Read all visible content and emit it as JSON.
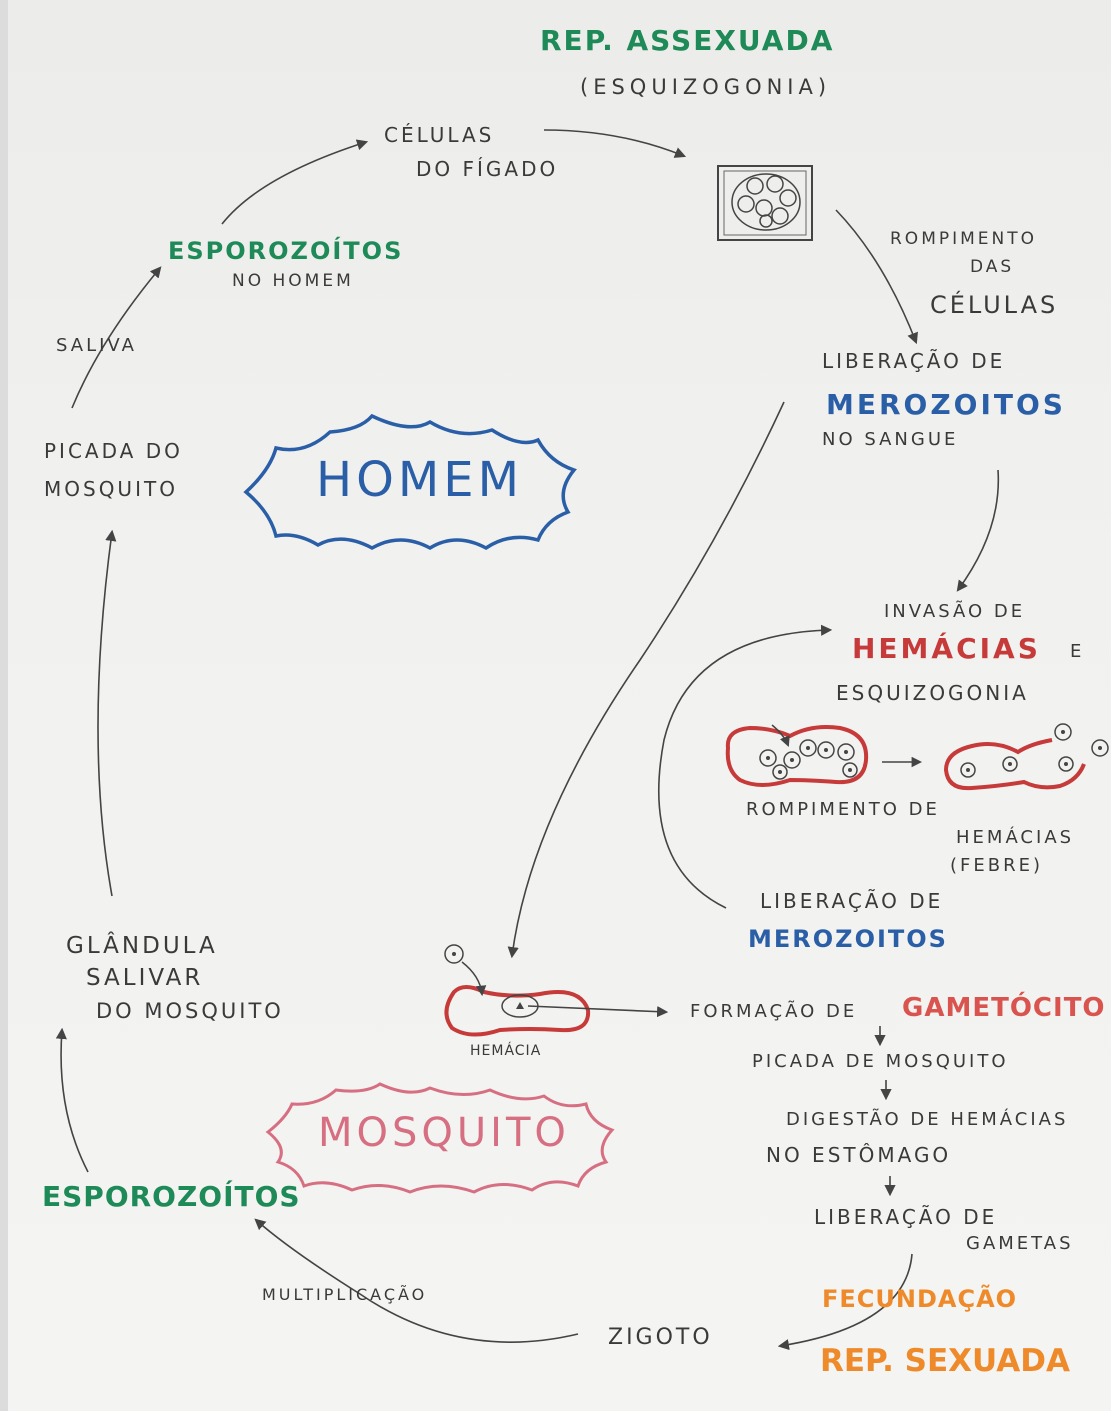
{
  "title_asexual": "REP. ASSEXUADA",
  "subtitle_asexual": "(ESQUIZOGONIA)",
  "liver_cells": [
    "CÉLULAS",
    "DO FÍGADO"
  ],
  "sporozoites_human": [
    "ESPOROZOÍTOS",
    "NO HOMEM"
  ],
  "saliva": "SALIVA",
  "mosquito_bite": [
    "PICADA DO",
    "MOSQUITO"
  ],
  "human_label": "HOMEM",
  "rupture_cells": [
    "ROMPIMENTO",
    "DAS",
    "CÉLULAS"
  ],
  "release_merozoites_blood": [
    "LIBERAÇÃO DE",
    "MEROZOITOS",
    "NO SANGUE"
  ],
  "invasion": [
    "INVASÃO DE",
    "HEMÁCIAS",
    "E",
    "ESQUIZOGONIA"
  ],
  "rupture_rbc": [
    "ROMPIMENTO DE",
    "HEMÁCIAS",
    "(FEBRE)"
  ],
  "release_merozoites": [
    "LIBERAÇÃO DE",
    "MEROZOITOS"
  ],
  "salivary_gland": [
    "GLÂNDULA",
    "SALIVAR",
    "DO MOSQUITO"
  ],
  "rbc_label": "HEMÁCIA",
  "gametocyte": [
    "FORMAÇÃO DE",
    "GAMETÓCITO"
  ],
  "mosquito_bite_2": "PICADA DE MOSQUITO",
  "digestion": [
    "DIGESTÃO DE HEMÁCIAS",
    "NO ESTÔMAGO"
  ],
  "gamete_release": [
    "LIBERAÇÃO DE",
    "GAMETAS"
  ],
  "fertilization": "FECUNDAÇÃO",
  "title_sexual": "REP. SEXUADA",
  "zygote": "ZIGOTO",
  "multiplication": "MULTIPLICAÇÃO",
  "sporozoites": "ESPOROZOÍTOS",
  "mosquito_label": "MOSQUITO",
  "colors": {
    "green": "#1e8a57",
    "blue": "#2a5fa8",
    "red": "#c63a3a",
    "orange": "#ef8a2a",
    "pink": "#d76f82",
    "ink": "#3a3a3a"
  }
}
